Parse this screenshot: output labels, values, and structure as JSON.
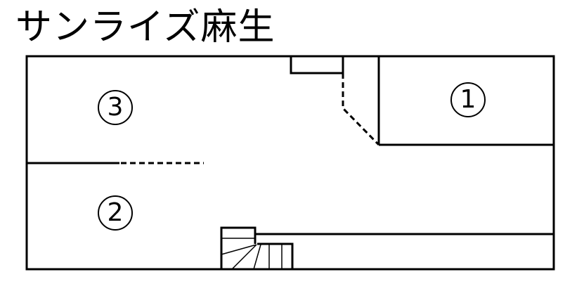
{
  "title": "サンライズ麻生",
  "rooms": [
    {
      "id": "1",
      "label": "1"
    },
    {
      "id": "2",
      "label": "2"
    },
    {
      "id": "3",
      "label": "3"
    }
  ],
  "colors": {
    "line": "#000000",
    "background": "#ffffff"
  }
}
